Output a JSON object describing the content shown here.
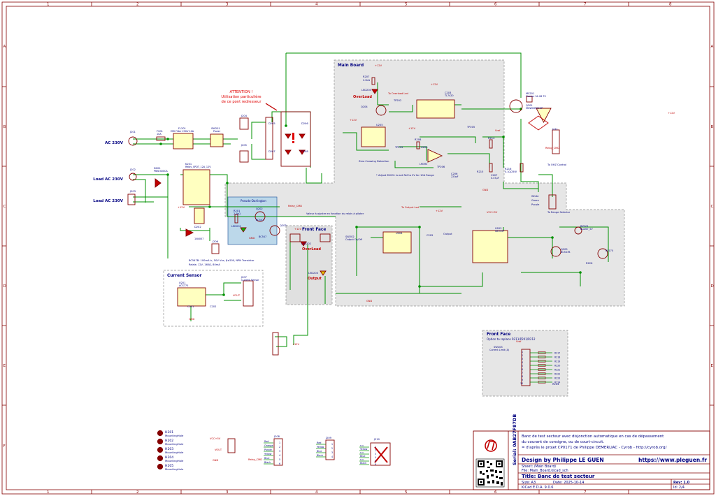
{
  "frame": {
    "col_labels": [
      "1",
      "2",
      "3",
      "4",
      "5",
      "6",
      "7",
      "8"
    ],
    "row_labels": [
      "A",
      "B",
      "C",
      "D",
      "E",
      "F"
    ]
  },
  "blocks": {
    "main_board": "Main Board",
    "front_face_1": "Front Face",
    "front_face_2": "Front Face",
    "front_face_2_note": "Option to replace R211/P201/R212",
    "current_sensor": "Current Sensor",
    "pseudo_darlington": "Pseudo-Darlington"
  },
  "notes": {
    "attention_1": "ATTENTION !",
    "attention_2": "Utilisation particulière",
    "attention_3": "de ce pont redresseur",
    "zero_crossing": "Zero Crossing Detection",
    "adjust": "* Adjust 8V201 to set Ref to 2V for 10A Range",
    "output_label": "Output",
    "relay_note": "Valeur à ajuster en fonction du relais à piloter",
    "bc_note_1": "BC547B: 100mA ic, 50V Vce, β≥200, NPN Transistor",
    "bc_note_2": "Relais: 12V, 160Ω, 80mA",
    "to_ovl_led": "To Overload Led",
    "to_output_led": "To Output Led",
    "to_range_sel": "To Range Selector",
    "to_ohz": "To OHZ Control",
    "white": "White",
    "green": "Green",
    "purple": "Purple"
  },
  "ports": {
    "ac230": "AC 230V",
    "load1": "Load AC 230V",
    "load2": "Load AC 230V"
  },
  "components": {
    "j201": "J201",
    "f201": "F201",
    "fl201": "FL201",
    "sw201": "SW201",
    "d205": "D205",
    "d206": "D206",
    "d207": "D207",
    "d208": "D208",
    "j202": "J202",
    "d201": "D201",
    "k201": "K201",
    "j203": "J203",
    "d202": "D202",
    "q202": "Q202",
    "q203": "Q203",
    "r201": "R201",
    "led201": "LED201",
    "u201": "U201",
    "u202": "U202",
    "u203": "U203",
    "u205": "U205",
    "q201": "Q201",
    "q204": "Q204",
    "r207": "R207",
    "led204": "LED204",
    "r208": "R208",
    "tp202": "TP202",
    "tp203": "TP203",
    "tp205": "TP205",
    "tp206": "TP206",
    "c203": "C203",
    "r214": "R214",
    "r215": "R215",
    "r216": "R216",
    "c206": "C206",
    "c207": "C207",
    "bz201": "BZ201",
    "q205": "Q205",
    "sw202": "SW202",
    "sw203": "SW203",
    "led202": "LED202",
    "led203": "LED203",
    "j204": "J204",
    "j205": "J205",
    "j206": "J206",
    "j207": "J207",
    "j208": "J208",
    "j209": "J209",
    "j210": "J210",
    "j211": "J211",
    "ms201": "MS201",
    "u204": "U204",
    "c202": "C202",
    "c201": "C201",
    "c205": "C205",
    "r226": "R226",
    "r224": "R224"
  },
  "component_values": {
    "f201v": "10A",
    "fl201v": "EMI Filter 230V 10A",
    "sw201v": "Power",
    "k201v": "Relay_SPDT_12A_12V",
    "d201v": "P6KE400CA",
    "d202v": "1N4007",
    "q202v": "BC547",
    "q203v": "BC547",
    "u201v": "ACS770",
    "u202v": "NE555P",
    "c203v": "TL7420",
    "r207v": "2.2kΩ",
    "led204v": "OverLoad",
    "ms201v": "Flasher 5A 08 TS",
    "q201v": "MGW00P00HP",
    "q205v": "BC547B",
    "q204v": "BS170",
    "bz201v": "Buzzer_5V",
    "r201v": "2.2kΩ",
    "led202v": "OverLoad",
    "led203v": "Output",
    "sw202v": "Output On/Off",
    "c206v": "220pF",
    "c207v": "0.47μF",
    "r216v": "0.1Ω/25W",
    "j204v": "Current Sensor",
    "sw203v": "Current Limit (A)",
    "u203v": "LM393"
  },
  "nets": {
    "p12": "+12V",
    "gnd": "GND",
    "vcc5": "VCC+5V",
    "vref": "Vref",
    "ovl_led": "To Overload Led",
    "out_led": "To Output Led",
    "relay_cmd": "Relay_CMD",
    "vout": "VOUT"
  },
  "range": {
    "values": [
      "1",
      "2",
      "3",
      "4",
      "5",
      "6",
      "7",
      "8",
      "9",
      "10"
    ],
    "resistors": [
      "R217",
      "R218",
      "R219",
      "R220",
      "R221",
      "R222",
      "R223",
      "R224"
    ]
  },
  "harness": {
    "j208_wires": [
      "Red",
      "Orange",
      "Purple",
      "Yellow",
      "Blue",
      "Black"
    ],
    "j209_wires": [
      "Red",
      "Yellow",
      "Blue",
      "Black"
    ],
    "j210_wires": [
      "n.c.",
      "Yellow",
      "n.c.",
      "Blue",
      "n.c.",
      "Black"
    ]
  },
  "holes": {
    "items": [
      "H201",
      "H202",
      "H203",
      "H204",
      "H205"
    ],
    "sub": "MountingHole"
  },
  "title_block": {
    "desc_1": "Banc de test secteur avec disjonction automatique en cas de dépassement",
    "desc_2": "du courant de consigne, ou de court-circuit.",
    "desc_3": "= d'après le projet CP0171 de Philippe DEMERLIAC - Cyrob - http://cyrob.org/",
    "design": "Design by Philippe LE GUEN",
    "url": "https://www.pleguen.fr",
    "sheet": "Sheet: /Main Board/",
    "file": "File: Main_Board.kicad_sch",
    "title": "Title: Banc de test secteur",
    "size": "Size: A3",
    "date": "Date: 2025-10-14",
    "rev": "Rev: 1.0",
    "kicad": "KiCad E.D.A. 9.0.6",
    "id": "Id: 2/4",
    "serial": "Serial: 0AB27F87DB"
  },
  "colors": {
    "wire": "#009000",
    "comp": "#840000",
    "label": "#000080",
    "frame": "#840000",
    "netlabel": "#c00000",
    "block": "#e6e6e6"
  }
}
